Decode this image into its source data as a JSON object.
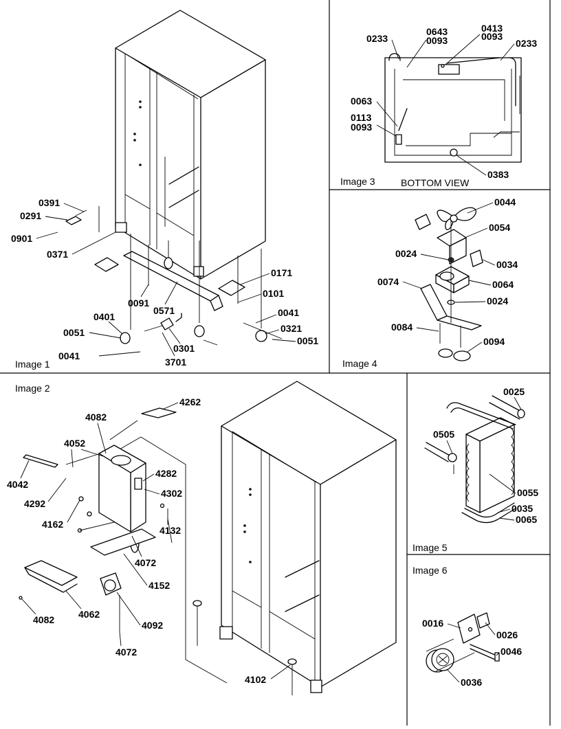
{
  "panels": {
    "image1": {
      "title": "Image 1",
      "parts": [
        "0391",
        "0291",
        "0901",
        "0371",
        "0091",
        "0571",
        "0171",
        "0101",
        "0401",
        "0051",
        "0041",
        "0301",
        "3701",
        "0321"
      ]
    },
    "image2": {
      "title": "Image 2",
      "parts": [
        "4262",
        "4082",
        "4052",
        "4042",
        "4282",
        "4302",
        "4292",
        "4162",
        "4132",
        "4072",
        "4152",
        "4062",
        "4092",
        "4102"
      ]
    },
    "image3": {
      "title": "Image 3",
      "subtitle": "BOTTOM VIEW",
      "parts": [
        "0233",
        "0643",
        "0093",
        "0413",
        "0063",
        "0113",
        "0383"
      ]
    },
    "image4": {
      "title": "Image 4",
      "parts": [
        "0044",
        "0054",
        "0024",
        "0034",
        "0074",
        "0064",
        "0084",
        "0094"
      ]
    },
    "image5": {
      "title": "Image 5",
      "parts": [
        "0025",
        "0505",
        "0055",
        "0035",
        "0065"
      ]
    },
    "image6": {
      "title": "Image 6",
      "parts": [
        "0016",
        "0026",
        "0046",
        "0036"
      ]
    }
  }
}
